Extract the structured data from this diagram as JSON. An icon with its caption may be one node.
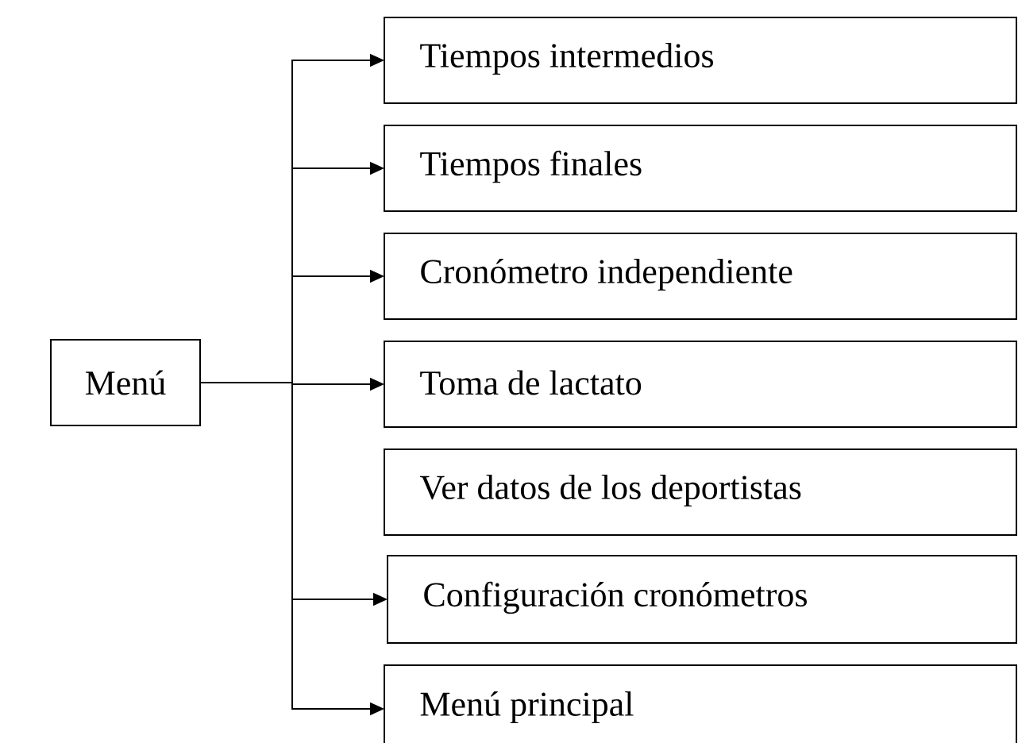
{
  "diagram": {
    "nodes": [
      {
        "text": [
          "Menú"
        ]
      },
      {
        "text": [
          "Tiempos intermedios"
        ]
      },
      {
        "text": [
          "Tiempos finales"
        ]
      },
      {
        "text": [
          "Cronómetro independiente"
        ]
      },
      {
        "text": [
          "Toma de lactato"
        ]
      },
      {
        "text": [
          "Ver datos de los deportistas"
        ]
      },
      {
        "text": [
          "Configuración cronómetros"
        ]
      },
      {
        "text": [
          "Menú principal"
        ]
      }
    ],
    "edges": [
      {
        "from": 0,
        "to": 1,
        "arrow": "to"
      },
      {
        "from": 0,
        "to": 2,
        "arrow": "to"
      },
      {
        "from": 0,
        "to": 3,
        "arrow": "to"
      },
      {
        "from": 0,
        "to": 4,
        "arrow": "to"
      },
      {
        "from": 0,
        "to": 6,
        "arrow": "to"
      },
      {
        "from": 0,
        "to": 7,
        "arrow": "to"
      }
    ]
  }
}
